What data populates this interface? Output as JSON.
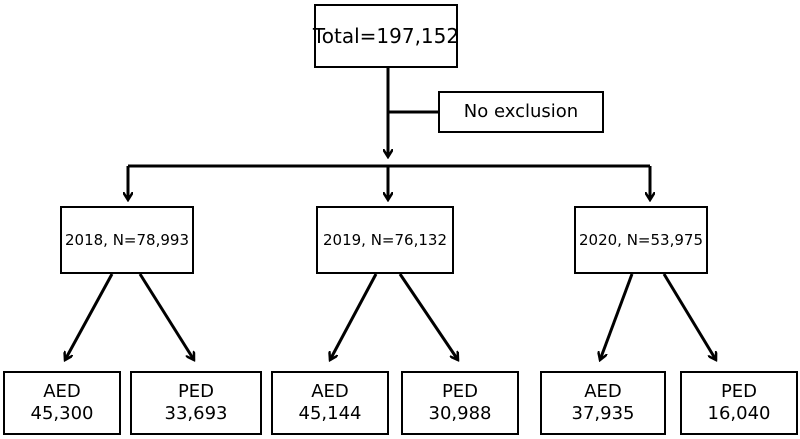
{
  "total": {
    "label": "Total=197,152"
  },
  "exclusion": {
    "label": "No exclusion"
  },
  "years": [
    {
      "label": "2018, N=78,993",
      "aed": {
        "label": "AED",
        "value": "45,300"
      },
      "ped": {
        "label": "PED",
        "value": "33,693"
      }
    },
    {
      "label": "2019, N=76,132",
      "aed": {
        "label": "AED",
        "value": "45,144"
      },
      "ped": {
        "label": "PED",
        "value": "30,988"
      }
    },
    {
      "label": "2020, N=53,975",
      "aed": {
        "label": "AED",
        "value": "37,935"
      },
      "ped": {
        "label": "PED",
        "value": "16,040"
      }
    }
  ]
}
